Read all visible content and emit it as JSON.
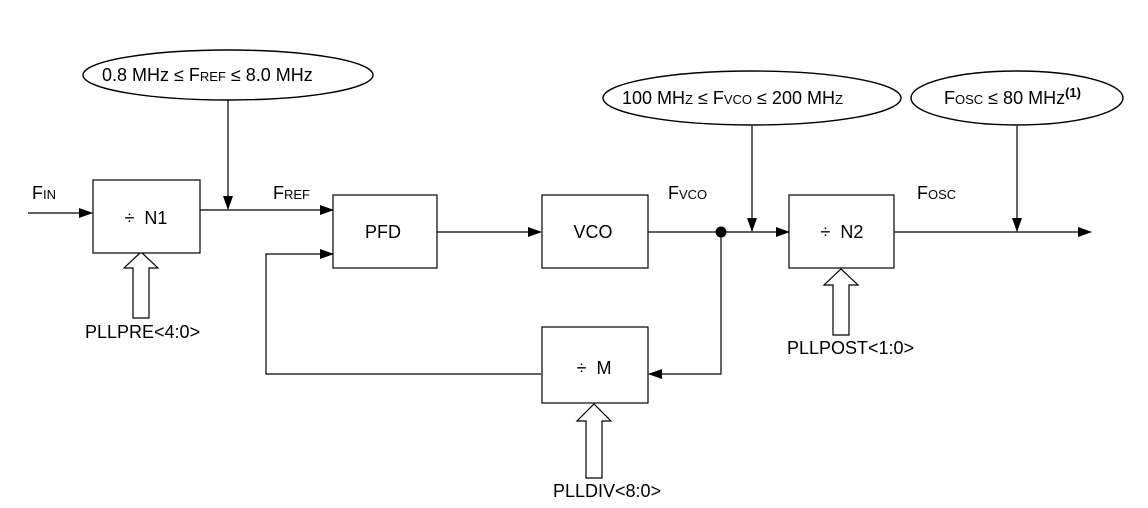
{
  "blocks": {
    "n1": "÷  N1",
    "pfd": "PFD",
    "vco": "VCO",
    "n2": "÷  N2",
    "m": "÷  M"
  },
  "signals": {
    "fin_main": "F",
    "fin_sub": "IN",
    "fref_main": "F",
    "fref_sub": "REF",
    "fvco_main": "F",
    "fvco_sub": "VCO",
    "fosc_main": "F",
    "fosc_sub": "OSC"
  },
  "buses": {
    "pllpre": "PLLPRE<4:0>",
    "plldiv": "PLLDIV<8:0>",
    "pllpost": "PLLPOST<1:0>"
  },
  "constraints": {
    "fref": {
      "pre": "0.8 MHz ≤ ",
      "main": "F",
      "sub": "REF",
      "post": " ≤ 8.0 MHz"
    },
    "fvco": {
      "pre": "100 MH",
      "pre_z": "Z",
      "mid": " ≤ ",
      "main": "F",
      "sub": "VCO",
      "post": " ≤ 200 MH",
      "post_z": "Z"
    },
    "fosc": {
      "main": "F",
      "sub": "OSC",
      "post": " ≤ 80 MHz",
      "note": "(1)"
    }
  }
}
